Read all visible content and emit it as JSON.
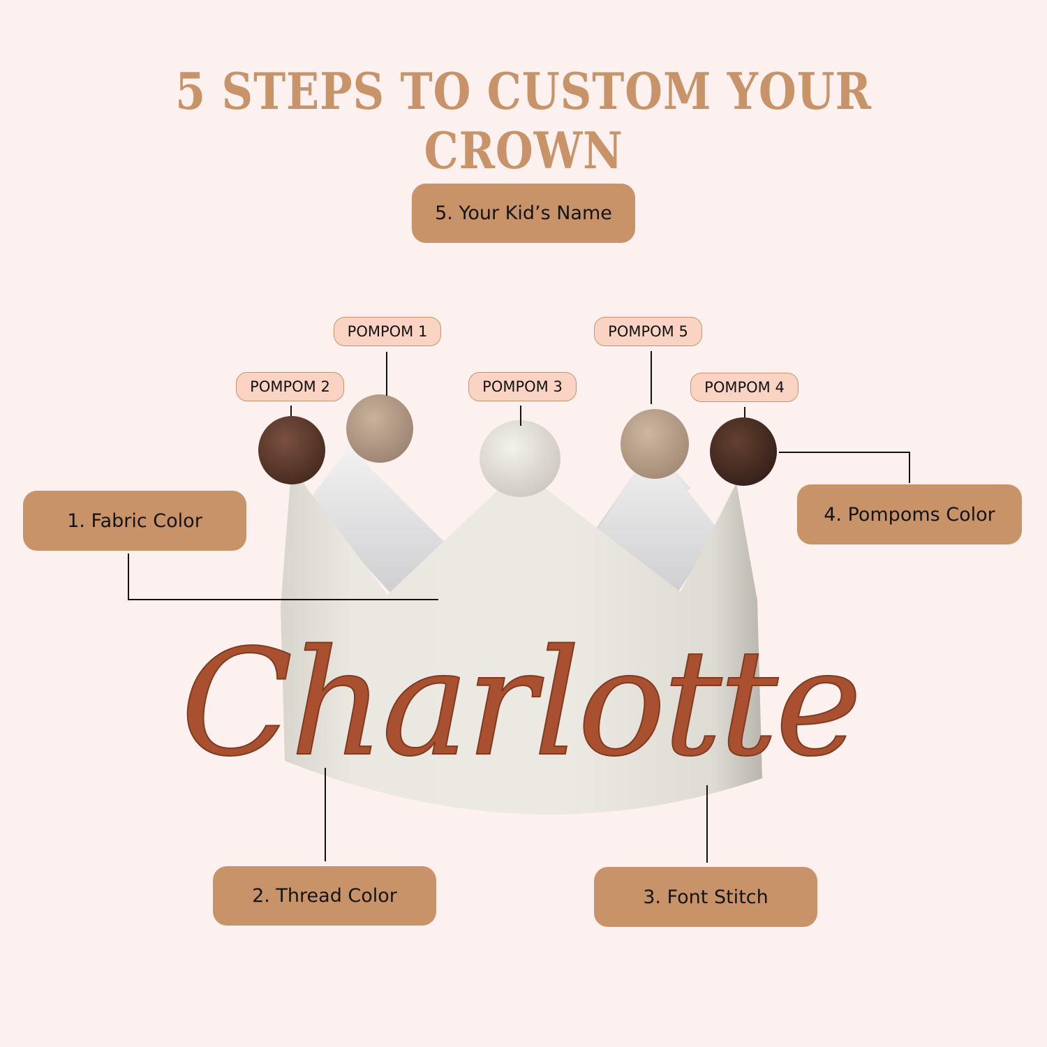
{
  "title": "5 STEPS TO CUSTOM YOUR CROWN",
  "steps": [
    {
      "label": "1. Fabric Color"
    },
    {
      "label": "2. Thread Color"
    },
    {
      "label": "3. Font Stitch"
    },
    {
      "label": "4. Pompoms Color"
    },
    {
      "label": "5. Your Kid’s Name"
    }
  ],
  "pompoms": [
    {
      "label": "POMPOM 1",
      "color": "#b39a85"
    },
    {
      "label": "POMPOM 2",
      "color": "#5c3a2a"
    },
    {
      "label": "POMPOM 3",
      "color": "#e4e0d8"
    },
    {
      "label": "POMPOM 4",
      "color": "#4a2c22"
    },
    {
      "label": "POMPOM 5",
      "color": "#b8a08b"
    }
  ],
  "crown": {
    "embroidered_name": "Charlotte",
    "fabric_color": "#e9e6df",
    "thread_color": "#a8502f"
  },
  "colors": {
    "background": "#fcf1ee",
    "accent": "#c9936a",
    "pompom_label_bg": "#fad3c3"
  }
}
